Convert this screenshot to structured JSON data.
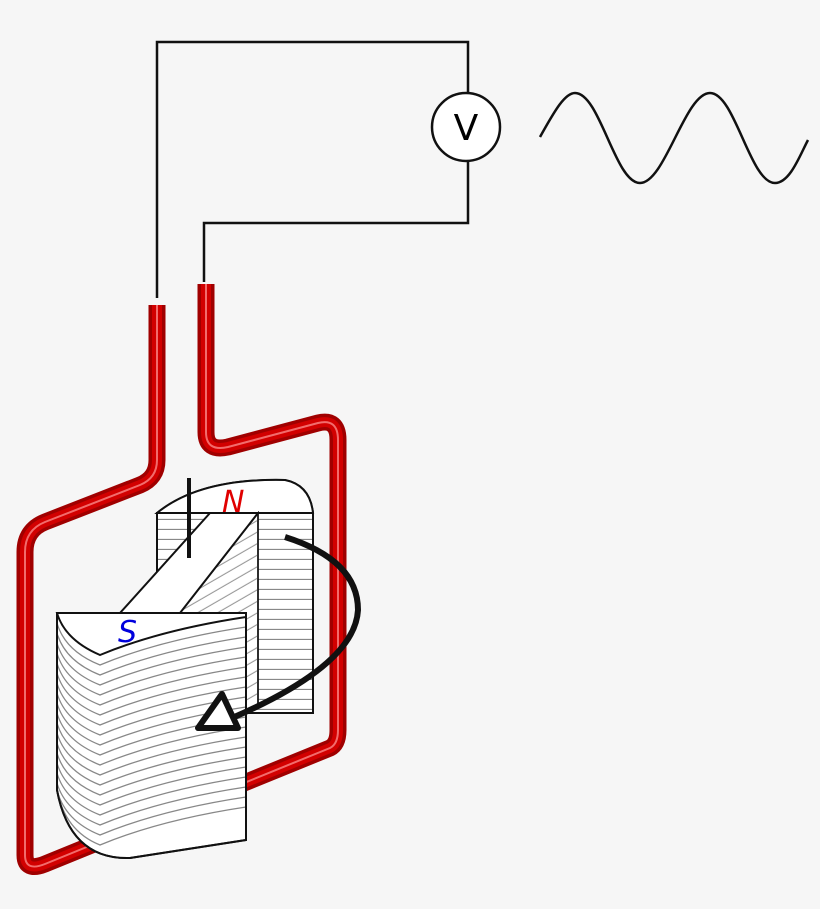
{
  "voltmeter": {
    "label": "V"
  },
  "magnet": {
    "north_label": "N",
    "south_label": "S",
    "north_color": "#e00000",
    "south_color": "#0000dd"
  },
  "colors": {
    "coil": "#c00000",
    "wire": "#111111",
    "background": "#f6f6f6"
  }
}
